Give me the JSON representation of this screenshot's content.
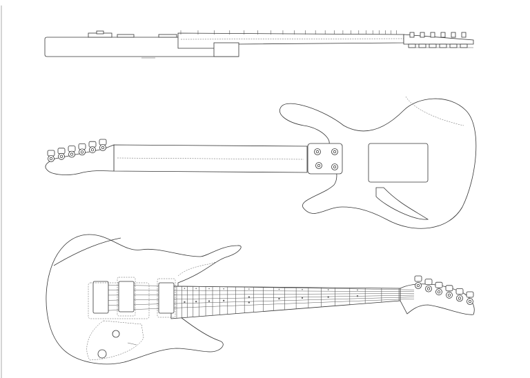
{
  "sheet": {
    "corner_label": ""
  },
  "views": [
    {
      "id": "side"
    },
    {
      "id": "back"
    },
    {
      "id": "front"
    }
  ],
  "front_view": {
    "fret_count": 22,
    "inlay_frets": [
      3,
      5,
      7,
      9,
      12,
      15,
      17,
      19,
      21
    ],
    "tuner_count": 6,
    "string_count": 6
  },
  "back_view": {
    "tuner_count": 6,
    "neck_plate_screws": 4
  },
  "side_view": {
    "tuner_count": 6,
    "fret_ticks": 22
  }
}
